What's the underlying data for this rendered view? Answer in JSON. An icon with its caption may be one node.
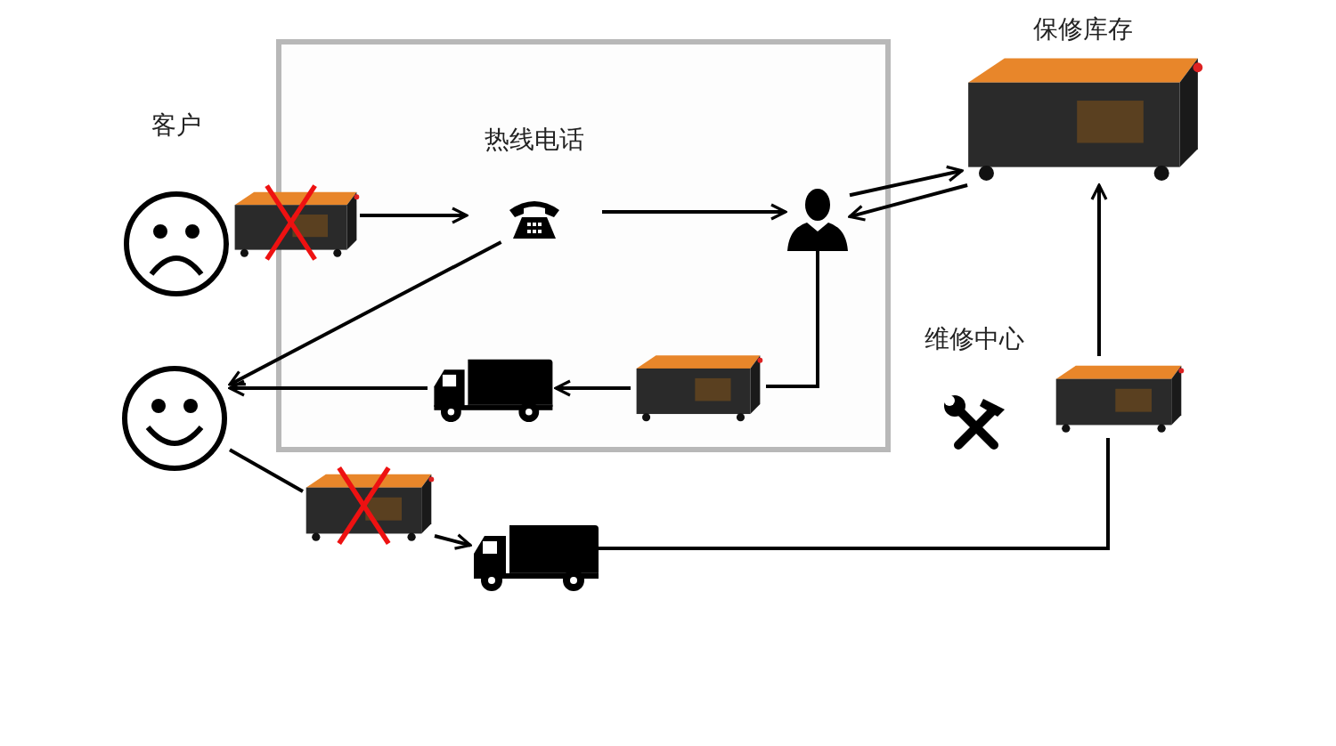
{
  "diagram": {
    "nodes": [
      {
        "text": [],
        "shape": "box"
      },
      {
        "text": [
          "客户"
        ]
      },
      {
        "text": [],
        "shape": "picture"
      },
      {
        "text": [
          "热线电话"
        ],
        "in": 0
      },
      {
        "text": [],
        "shape": "picture",
        "in": 0
      },
      {
        "text": [
          "保修库存"
        ]
      },
      {
        "text": [],
        "shape": "picture",
        "in": 0
      },
      {
        "text": [],
        "shape": "picture",
        "in": 0
      },
      {
        "text": [],
        "shape": "picture"
      },
      {
        "text": [],
        "shape": "picture"
      },
      {
        "text": [],
        "shape": "picture"
      },
      {
        "text": [
          "维修中心"
        ]
      },
      {
        "text": [],
        "shape": "picture"
      }
    ],
    "edges": [
      {
        "from": 2,
        "to": 3,
        "arrow": "to"
      },
      {
        "from": 3,
        "to": 4,
        "arrow": "to"
      },
      {
        "from": 4,
        "to": 5,
        "arrow": "to"
      },
      {
        "from": 5,
        "to": 4,
        "arrow": "to"
      },
      {
        "from": 4,
        "to": 6,
        "arrow": "none"
      },
      {
        "from": 6,
        "to": 7,
        "arrow": "to"
      },
      {
        "from": 7,
        "to": 8,
        "arrow": "to"
      },
      {
        "from": 3,
        "to": 8,
        "arrow": "to"
      },
      {
        "from": 8,
        "to": 9,
        "arrow": "none"
      },
      {
        "from": 9,
        "to": 10,
        "arrow": "to"
      },
      {
        "from": 10,
        "to": 12,
        "arrow": "none"
      },
      {
        "from": 12,
        "to": 5,
        "arrow": "to"
      }
    ]
  }
}
